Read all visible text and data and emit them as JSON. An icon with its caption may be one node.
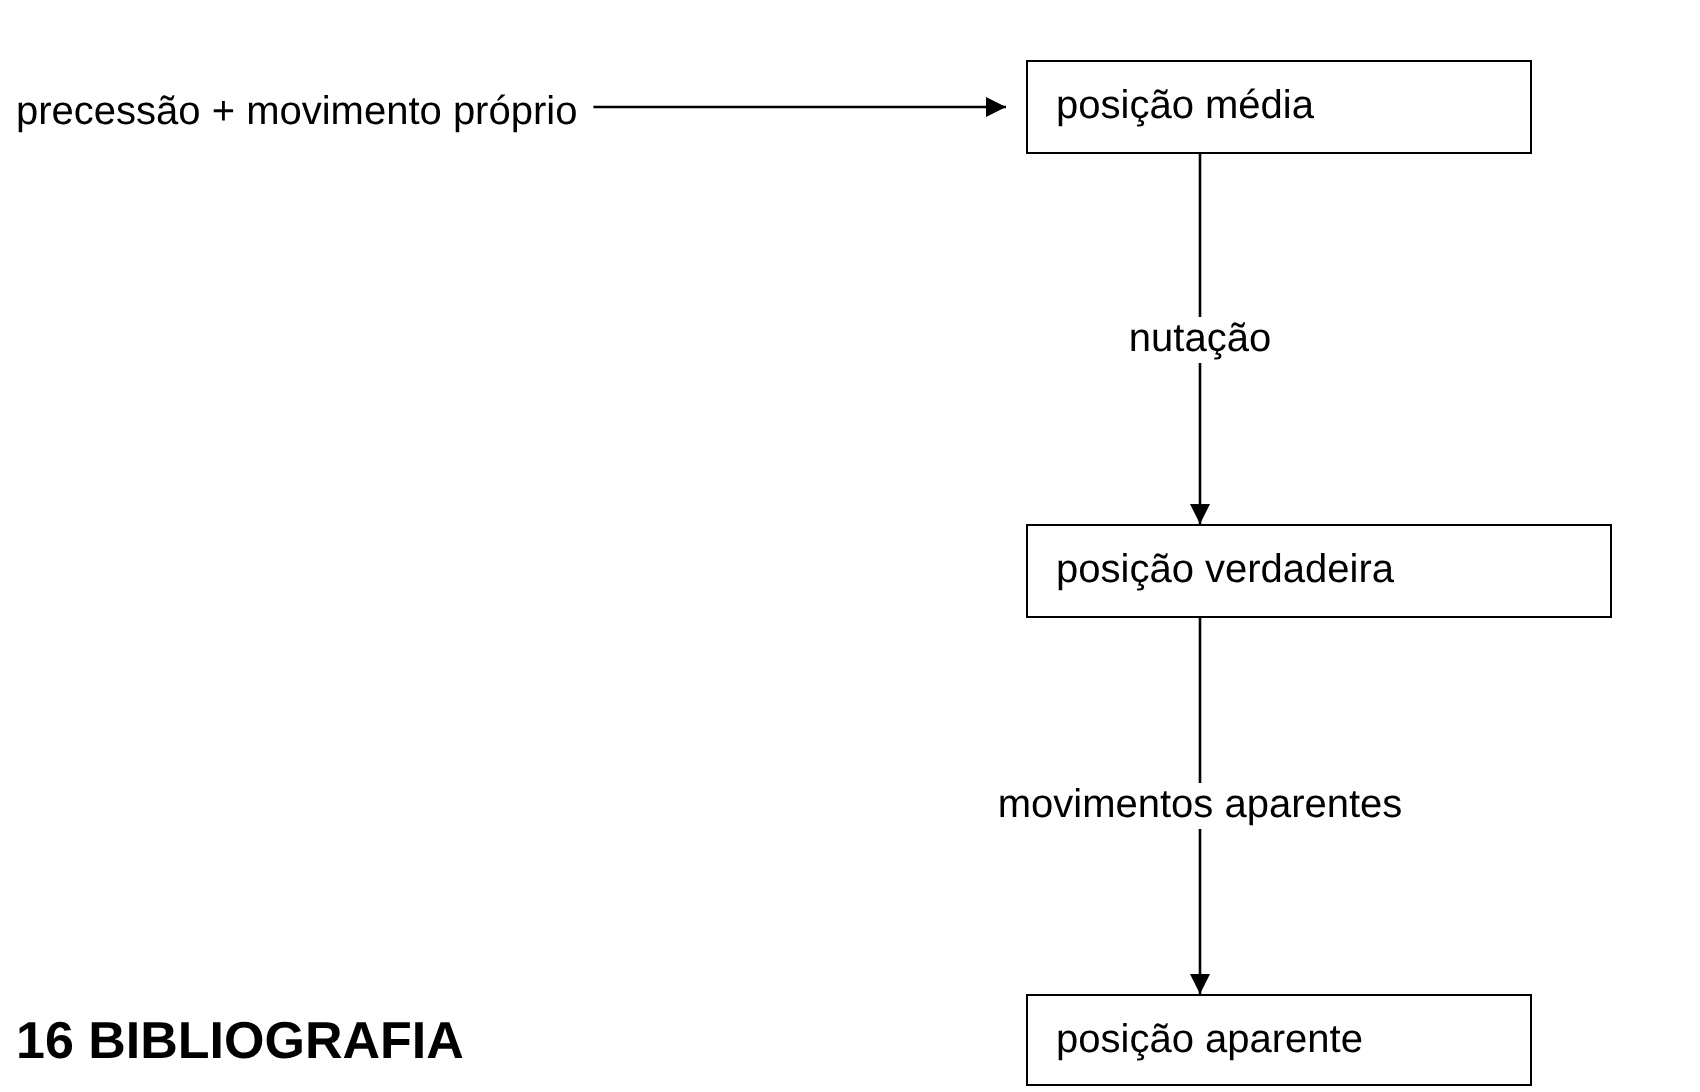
{
  "diagram": {
    "nodes": [
      {
        "text": [
          "precessão + movimento próprio"
        ]
      },
      {
        "text": [
          "posição média"
        ]
      },
      {
        "text": [
          "posição verdadeira"
        ]
      },
      {
        "text": [
          "posição aparente"
        ]
      }
    ],
    "edges": [
      {
        "from": 0,
        "to": 1,
        "arrow": "to"
      },
      {
        "from": 1,
        "to": 2,
        "arrow": "to",
        "label": "nutação"
      },
      {
        "from": 2,
        "to": 3,
        "arrow": "to",
        "label": "movimentos aparentes"
      }
    ],
    "labels": [
      "16 BIBLIOGRAFIA"
    ]
  }
}
